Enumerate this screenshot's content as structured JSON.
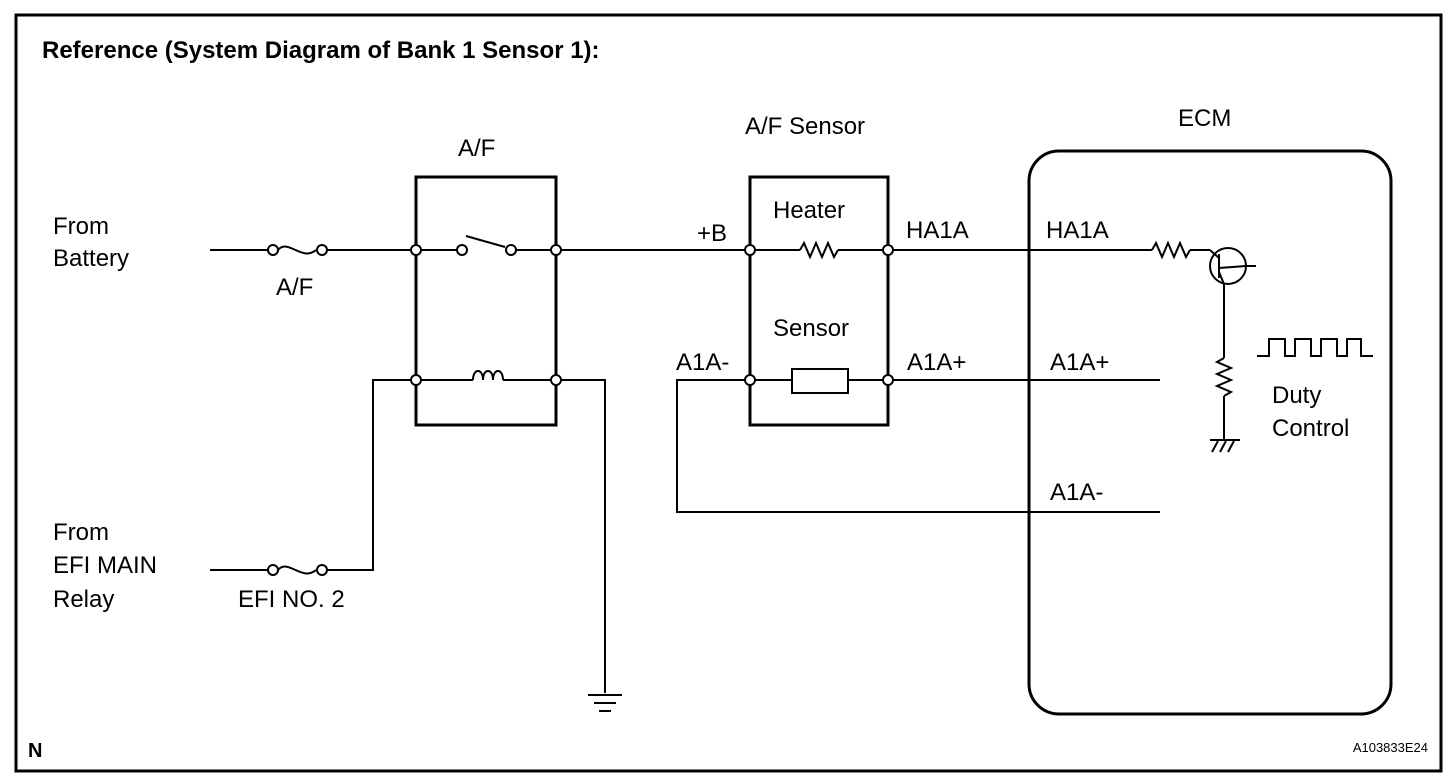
{
  "title": "Reference (System Diagram of Bank 1 Sensor 1):",
  "inputs": {
    "battery_line1": "From",
    "battery_line2": "Battery",
    "efi_line1": "From",
    "efi_line2": "EFI MAIN",
    "efi_line3": "Relay"
  },
  "fuses": {
    "af": "A/F",
    "efi2": "EFI NO. 2"
  },
  "relay": {
    "label": "A/F"
  },
  "sensor": {
    "label": "A/F Sensor",
    "heater": "Heater",
    "sensor": "Sensor",
    "pin_b": "+B",
    "pin_ha1a": "HA1A",
    "pin_a1a_minus": "A1A-",
    "pin_a1a_plus": "A1A+"
  },
  "ecm": {
    "label": "ECM",
    "pin_ha1a": "HA1A",
    "pin_a1a_plus": "A1A+",
    "pin_a1a_minus": "A1A-",
    "duty_line1": "Duty",
    "duty_line2": "Control"
  },
  "footer": {
    "left": "N",
    "code": "A103833E24"
  }
}
